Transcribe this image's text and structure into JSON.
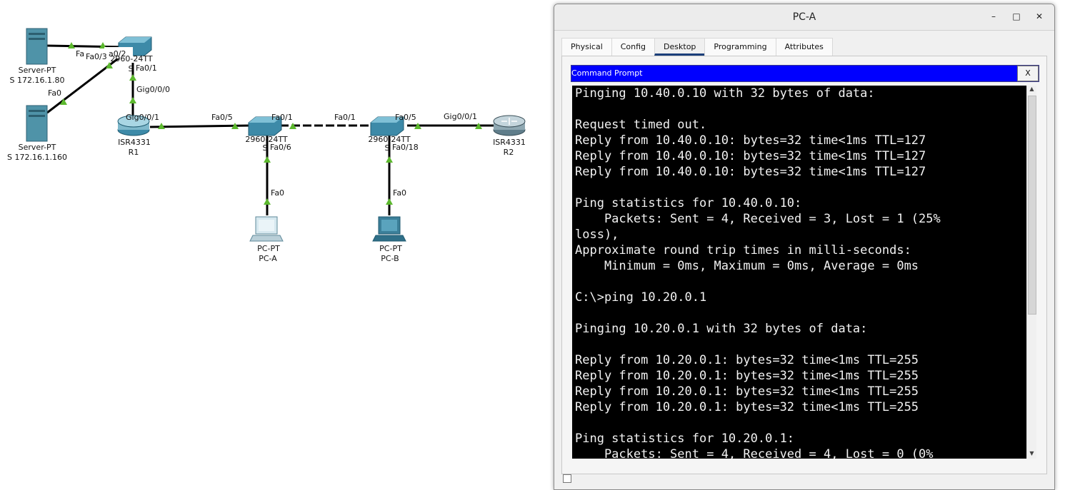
{
  "topology": {
    "devices": [
      {
        "id": "server1",
        "type": "Server-PT",
        "name": "S 172.16.1.80"
      },
      {
        "id": "server2",
        "type": "Server-PT",
        "name": "S 172.16.1.160"
      },
      {
        "id": "r1",
        "type": "ISR4331",
        "name": "R1"
      },
      {
        "id": "r2",
        "type": "ISR4331",
        "name": "R2"
      },
      {
        "id": "pca",
        "type": "PC-PT",
        "name": "PC-A"
      },
      {
        "id": "pcb",
        "type": "PC-PT",
        "name": "PC-B"
      }
    ],
    "switch_labels": {
      "s0_model": "2960-24TT",
      "s1_model": "2960-24TT",
      "s2_model": "2960-24TT",
      "s0_name": "S",
      "s1_name": "S",
      "s2_name": "S"
    },
    "ports": {
      "srv1_fa": "Fa",
      "s0_fa03": "Fa0/3",
      "s0_fa02": "a0/2",
      "s0_fa01": "Fa0/1",
      "srv2_fa0": "Fa0",
      "s0_gig": "Gig0/0/0",
      "r1_gig": "Gig0/0/1",
      "s1_fa05": "Fa0/5",
      "s1_fa01": "Fa0/1",
      "s1_fa06": "Fa0/6",
      "s2_fa01": "Fa0/1",
      "s2_fa05": "Fa0/5",
      "s2_fa018": "Fa0/18",
      "r2_gig": "Gig0/0/1",
      "pca_fa0": "Fa0",
      "pcb_fa0": "Fa0"
    }
  },
  "window": {
    "title": "PC-A",
    "tabs": [
      "Physical",
      "Config",
      "Desktop",
      "Programming",
      "Attributes"
    ],
    "active_tab": "Desktop"
  },
  "cmd": {
    "title": "Command Prompt",
    "close": "X",
    "lines": [
      "Pinging 10.40.0.10 with 32 bytes of data:",
      "",
      "Request timed out.",
      "Reply from 10.40.0.10: bytes=32 time<1ms TTL=127",
      "Reply from 10.40.0.10: bytes=32 time<1ms TTL=127",
      "Reply from 10.40.0.10: bytes=32 time<1ms TTL=127",
      "",
      "Ping statistics for 10.40.0.10:",
      "    Packets: Sent = 4, Received = 3, Lost = 1 (25%",
      "loss),",
      "Approximate round trip times in milli-seconds:",
      "    Minimum = 0ms, Maximum = 0ms, Average = 0ms",
      "",
      "C:\\>ping 10.20.0.1",
      "",
      "Pinging 10.20.0.1 with 32 bytes of data:",
      "",
      "Reply from 10.20.0.1: bytes=32 time<1ms TTL=255",
      "Reply from 10.20.0.1: bytes=32 time<1ms TTL=255",
      "Reply from 10.20.0.1: bytes=32 time<1ms TTL=255",
      "Reply from 10.20.0.1: bytes=32 time<1ms TTL=255",
      "",
      "Ping statistics for 10.20.0.1:",
      "    Packets: Sent = 4, Received = 4, Lost = 0 (0%"
    ]
  }
}
